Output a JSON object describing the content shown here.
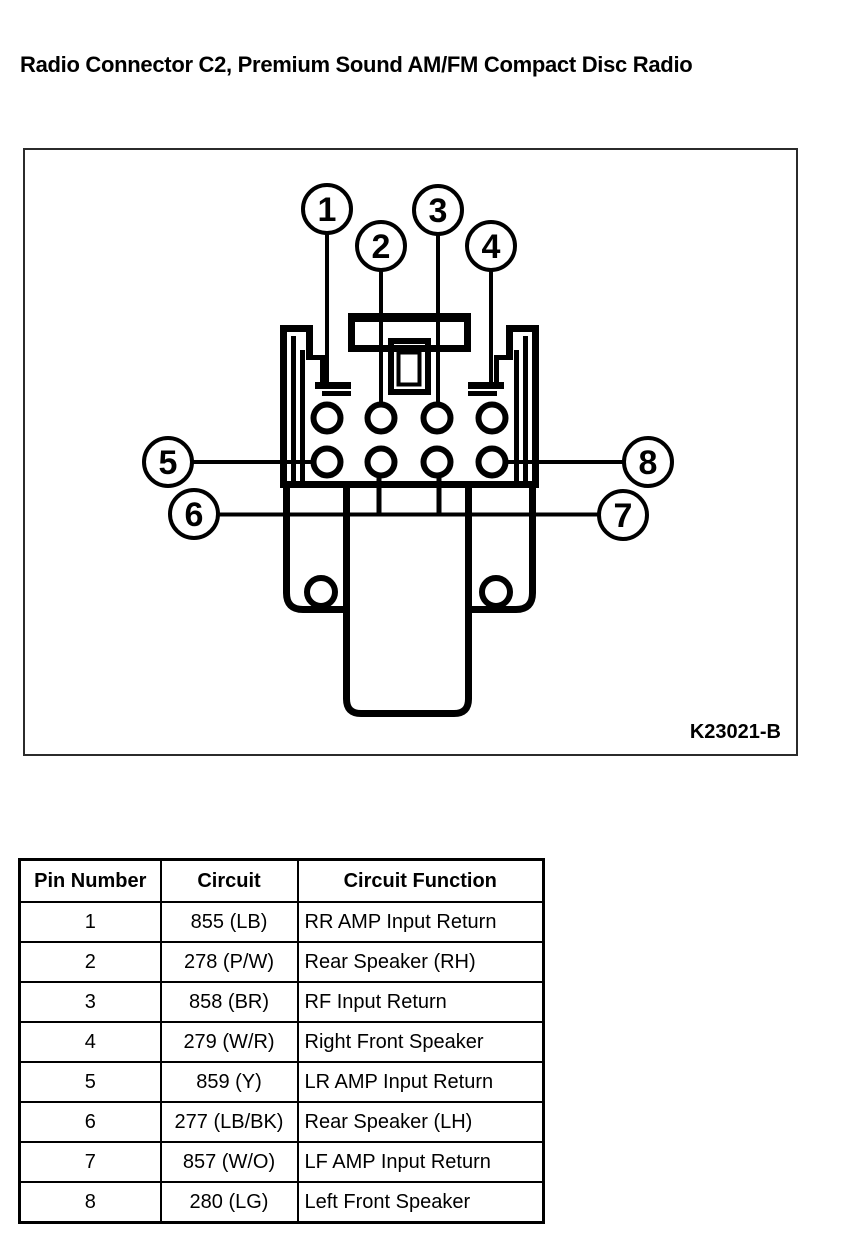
{
  "page": {
    "title": "Radio Connector C2, Premium Sound AM/FM Compact Disc Radio"
  },
  "diagram": {
    "figure_code": "K23021-B",
    "callouts": [
      "1",
      "2",
      "3",
      "4",
      "5",
      "6",
      "7",
      "8"
    ]
  },
  "table": {
    "headers": [
      "Pin Number",
      "Circuit",
      "Circuit Function"
    ],
    "rows": [
      [
        "1",
        "855 (LB)",
        "RR AMP Input Return"
      ],
      [
        "2",
        "278 (P/W)",
        "Rear Speaker (RH)"
      ],
      [
        "3",
        "858 (BR)",
        "RF Input Return"
      ],
      [
        "4",
        "279 (W/R)",
        "Right Front Speaker"
      ],
      [
        "5",
        "859 (Y)",
        "LR AMP Input Return"
      ],
      [
        "6",
        "277 (LB/BK)",
        "Rear Speaker (LH)"
      ],
      [
        "7",
        "857 (W/O)",
        "LF AMP Input Return"
      ],
      [
        "8",
        "280 (LG)",
        "Left Front Speaker"
      ]
    ]
  }
}
